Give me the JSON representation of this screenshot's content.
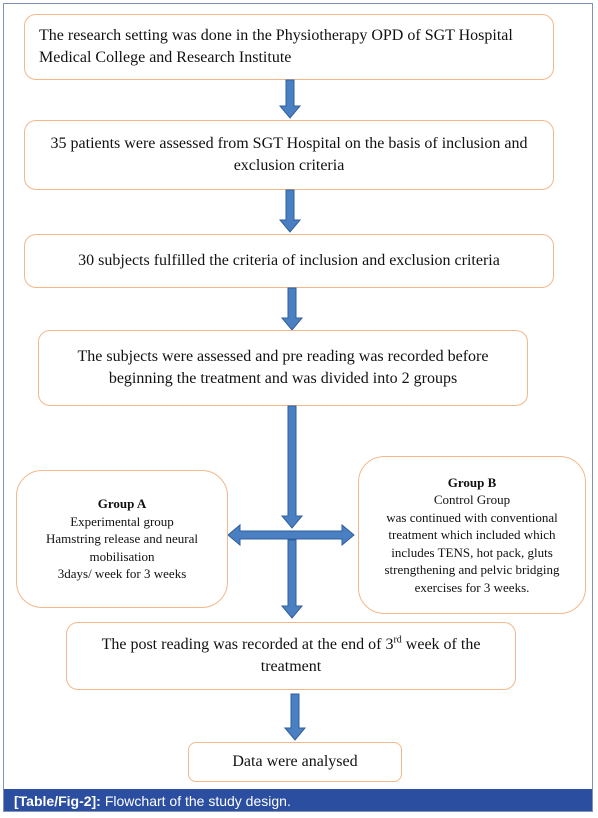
{
  "flowchart": {
    "step1": "The research setting was done in the Physiotherapy OPD of SGT Hospital Medical College and Research Institute",
    "step2": "35 patients were assessed from SGT Hospital on the basis of inclusion and exclusion criteria",
    "step3": "30 subjects fulfilled the criteria of inclusion and exclusion criteria",
    "step4": "The subjects were assessed and pre reading was recorded before beginning the treatment and was divided into 2 groups",
    "group_a": {
      "title": "Group A",
      "lines": [
        "Experimental group",
        "Hamstring release and neural mobilisation",
        "3days/ week for 3 weeks"
      ]
    },
    "group_b": {
      "title": "Group B",
      "lines": [
        "Control Group",
        "was continued with conventional treatment which included which includes TENS, hot pack, gluts strengthening and pelvic bridging exercises for 3 weeks."
      ]
    },
    "step5_before": "The post reading was recorded at the end of 3",
    "step5_sup": "rd",
    "step5_after": " week of the treatment",
    "step6": "Data were analysed"
  },
  "caption": {
    "label": "[Table/Fig-2]:",
    "text": "Flowchart of the study design."
  },
  "colors": {
    "box_border": "#f2b88b",
    "arrow": "#4a7fc1",
    "caption_bg": "#2b4ea0"
  }
}
